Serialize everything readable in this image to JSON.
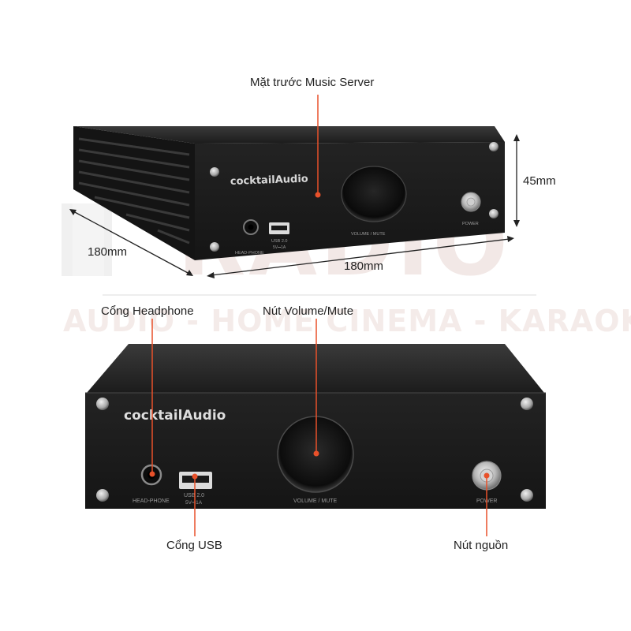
{
  "watermark": {
    "brand": "RADIO",
    "tagline": "AUDIO - HOME CINEMA - KARAOKE",
    "color": "#e8d6d2"
  },
  "colors": {
    "accent": "#e8512a",
    "device_body": "#1a1a1a",
    "device_top": "#2b2b2b",
    "panel_text": "#9a9a9a"
  },
  "device": {
    "brand_logo": "cocktailAudio",
    "headphone_label": "HEAD-PHONE",
    "usb_label": "USB 2.0",
    "usb_sublabel": "5V⎓1A",
    "volume_label": "VOLUME / MUTE",
    "power_label": "POWER"
  },
  "dimensions": {
    "height": "45mm",
    "depth": "180mm",
    "width": "180mm"
  },
  "callouts": {
    "front_panel": "Mặt trước Music Server",
    "headphone_port": "Cổng Headphone",
    "volume_knob": "Nút Volume/Mute",
    "usb_port": "Cổng USB",
    "power_button": "Nút nguồn"
  }
}
